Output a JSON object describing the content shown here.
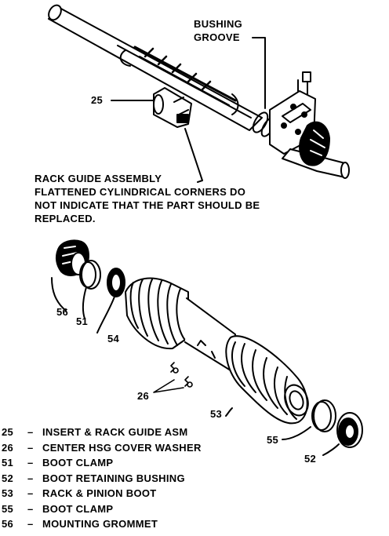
{
  "callouts": {
    "bushing_groove_line1": "BUSHING",
    "bushing_groove_line2": "GROOVE",
    "n25": "25",
    "n26": "26",
    "n51": "51",
    "n52": "52",
    "n53": "53",
    "n54": "54",
    "n55": "55",
    "n56": "56"
  },
  "note": {
    "line1": "RACK GUIDE ASSEMBLY",
    "line2": "FLATTENED CYLINDRICAL CORNERS DO",
    "line3": "NOT INDICATE THAT THE PART SHOULD BE",
    "line4": "REPLACED."
  },
  "legend": [
    {
      "num": "25",
      "dash": "–",
      "desc": "INSERT & RACK GUIDE ASM"
    },
    {
      "num": "26",
      "dash": "–",
      "desc": "CENTER HSG COVER WASHER"
    },
    {
      "num": "51",
      "dash": "–",
      "desc": "BOOT CLAMP"
    },
    {
      "num": "52",
      "dash": "–",
      "desc": "BOOT RETAINING BUSHING"
    },
    {
      "num": "53",
      "dash": "–",
      "desc": "RACK & PINION BOOT"
    },
    {
      "num": "55",
      "dash": "–",
      "desc": "BOOT CLAMP"
    },
    {
      "num": "56",
      "dash": "–",
      "desc": "MOUNTING GROMMET"
    }
  ]
}
